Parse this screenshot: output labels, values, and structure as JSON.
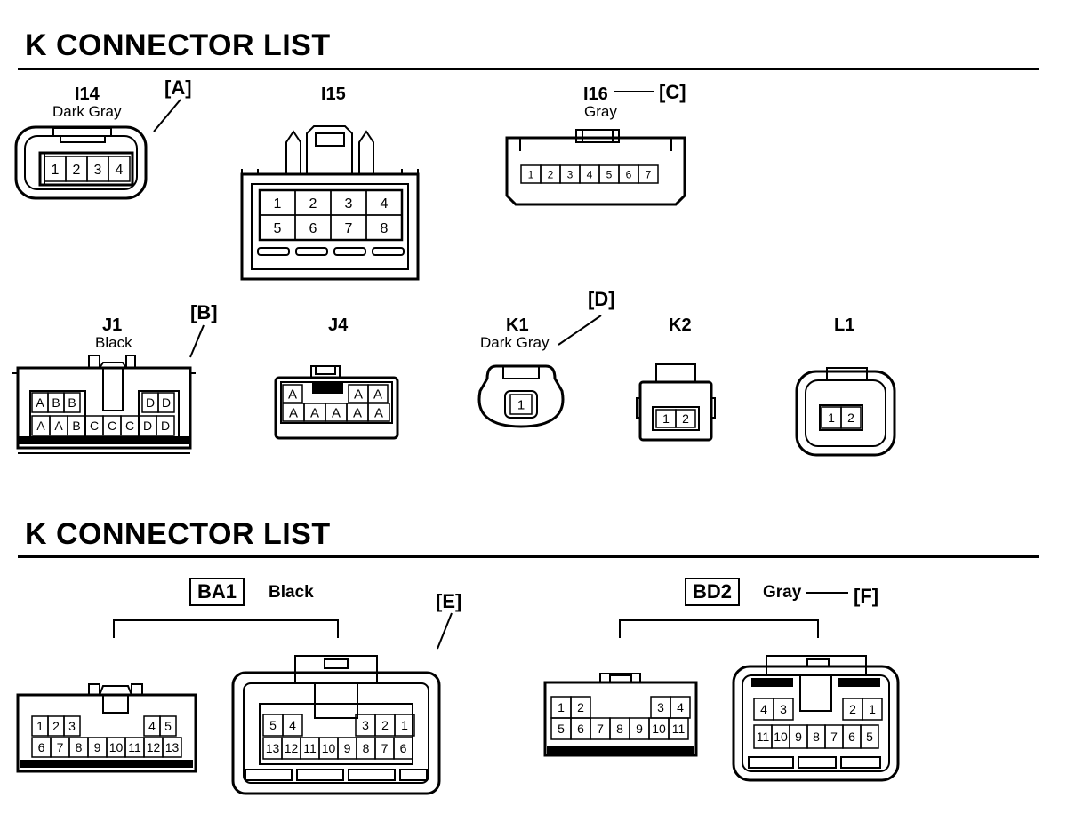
{
  "section1": {
    "title": "K  CONNECTOR LIST",
    "connectors": {
      "i14": {
        "code": "I14",
        "color": "Dark Gray",
        "tag": "[A]",
        "pins": [
          "1",
          "2",
          "3",
          "4"
        ]
      },
      "i15": {
        "code": "I15",
        "pins_top": [
          "1",
          "2",
          "3",
          "4"
        ],
        "pins_bottom": [
          "5",
          "6",
          "7",
          "8"
        ]
      },
      "i16": {
        "code": "I16",
        "color": "Gray",
        "tag": "[C]",
        "pins": [
          "1",
          "2",
          "3",
          "4",
          "5",
          "6",
          "7"
        ]
      },
      "j1": {
        "code": "J1",
        "color": "Black",
        "tag": "[B]",
        "pins_top": [
          "A",
          "B",
          "B",
          "D",
          "D"
        ],
        "pins_bottom": [
          "A",
          "A",
          "B",
          "C",
          "C",
          "C",
          "D",
          "D"
        ]
      },
      "j4": {
        "code": "J4",
        "pins_top": [
          "A",
          "A",
          "A"
        ],
        "pins_bottom": [
          "A",
          "A",
          "A",
          "A",
          "A"
        ]
      },
      "k1": {
        "code": "K1",
        "color": "Dark Gray",
        "tag": "[D]",
        "pins": [
          "1"
        ]
      },
      "k2": {
        "code": "K2",
        "pins": [
          "1",
          "2"
        ]
      },
      "l1": {
        "code": "L1",
        "pins": [
          "1",
          "2"
        ]
      }
    }
  },
  "section2": {
    "title": "K  CONNECTOR LIST",
    "ba1": {
      "code": "BA1",
      "color": "Black",
      "tag": "[E]",
      "left_top": [
        "1",
        "2",
        "3",
        "4",
        "5"
      ],
      "left_bottom": [
        "6",
        "7",
        "8",
        "9",
        "10",
        "11",
        "12",
        "13"
      ],
      "right_top": [
        "5",
        "4",
        "3",
        "2",
        "1"
      ],
      "right_bottom": [
        "13",
        "12",
        "11",
        "10",
        "9",
        "8",
        "7",
        "6"
      ]
    },
    "bd2": {
      "code": "BD2",
      "color": "Gray",
      "tag": "[F]",
      "left_top": [
        "1",
        "2",
        "3",
        "4"
      ],
      "left_bottom": [
        "5",
        "6",
        "7",
        "8",
        "9",
        "10",
        "11"
      ],
      "right_top": [
        "4",
        "3",
        "2",
        "1"
      ],
      "right_bottom": [
        "11",
        "10",
        "9",
        "8",
        "7",
        "6",
        "5"
      ]
    }
  }
}
